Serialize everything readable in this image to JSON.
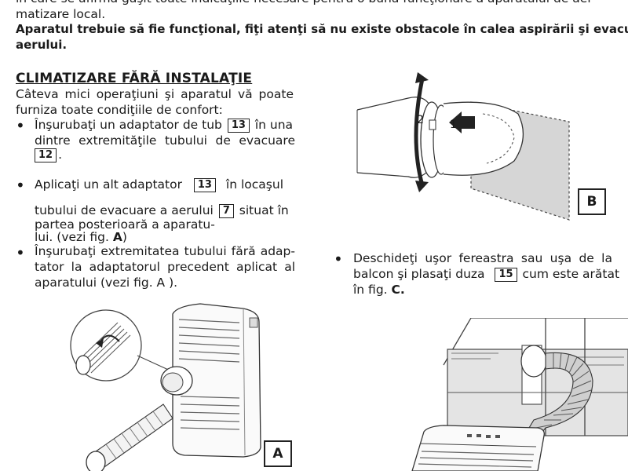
{
  "top": {
    "line1": "în care se afirmă gaşit toate indicaţiile necesare pentru o bună funcţionare a aparatului de aer",
    "line2": "matizare local.",
    "warning1": "Aparatul trebuie să fie funcţional, fiţi atenţi să nu existe obstacole în calea aspirării şi evacuării",
    "warning2": "aerului."
  },
  "section": {
    "title": "CLIMATIZARE FĂRĂ INSTALAŢIE",
    "intro1": "Câteva mici operaţiuni şi aparatul vă poate",
    "intro2": "furniza toate condiţiile de confort:"
  },
  "bullets": {
    "b1_a": "Înşurubaţi un adaptator de tub",
    "b1_badge1": "13",
    "b1_b": "în una",
    "b1_c": "dintre extremităţile tubului de evacuare",
    "b1_badge2": "12",
    "b1_end": ".",
    "b2_a": "Aplicaţi un alt adaptator",
    "b2_badge1": "13",
    "b2_b": "în locaşul",
    "b2_c": "tubului de evacuare a aerului",
    "b2_badge2": "7",
    "b2_d": "situat în",
    "b2_e": "partea posterioară a aparatu-",
    "b2_f": "lui. (vezi fig.",
    "b2_fig": "A",
    "b2_close": ")",
    "b3_a": "Înşurubaţi extremitatea tubului fără adap-",
    "b3_b": "tator la adaptatorul precedent aplicat al",
    "b3_c": "aparatului (vezi fig. A ).",
    "b4_a": "Deschideţi uşor fereastra sau uşa de la",
    "b4_b": "balcon şi plasaţi duza",
    "b4_badge": "15",
    "b4_c": "cum este arătat",
    "b4_d": "în fig.",
    "b4_fig": "C."
  },
  "figures": {
    "A": "A",
    "B": "B",
    "B_arrow1": "1",
    "B_arrow2": "2"
  }
}
